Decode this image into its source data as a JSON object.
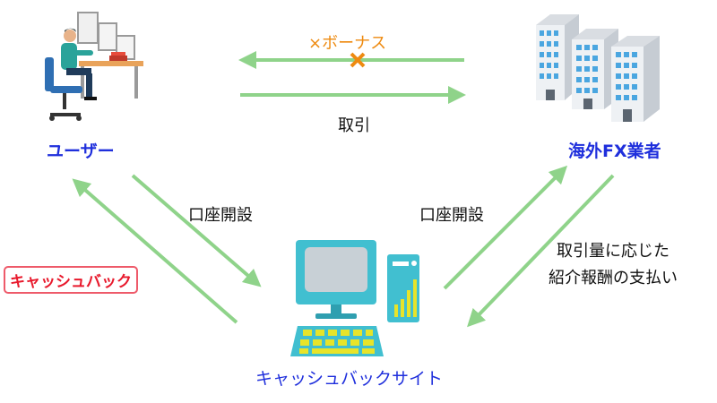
{
  "nodes": {
    "user": "ユーザー",
    "broker": "海外FX業者",
    "cashback_site": "キャッシュバックサイト"
  },
  "edges": {
    "bonus": "×ボーナス",
    "trade": "取引",
    "open_account_user": "口座開設",
    "open_account_site": "口座開設",
    "payment_line1": "取引量に応じた",
    "payment_line2": "紹介報酬の支払い",
    "cashback": "キャッシュバック"
  },
  "colors": {
    "arrow": "#8fd38a",
    "node_label": "#1f2fdc",
    "bonus": "#ee8a10",
    "cashback_border": "#ee5a6a",
    "cashback_text": "#e8192c"
  }
}
